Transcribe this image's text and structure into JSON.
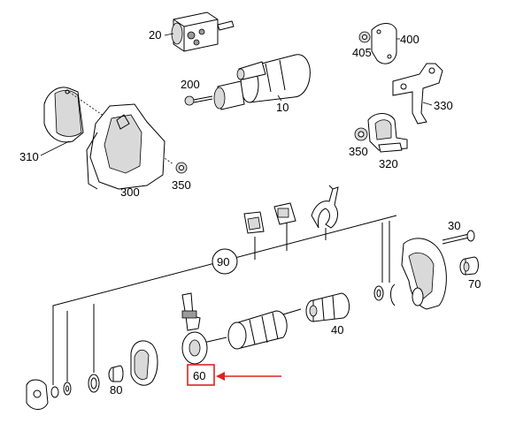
{
  "labels": {
    "p20": "20",
    "p405": "405",
    "p400": "400",
    "p200": "200",
    "p10": "10",
    "p330": "330",
    "p310": "310",
    "p350a": "350",
    "p320": "320",
    "p350b": "350",
    "p300": "300",
    "p30": "30",
    "p90": "90",
    "p70": "70",
    "p40": "40",
    "p80": "80",
    "p60": "60"
  },
  "colors": {
    "highlight": "#e02020",
    "line": "#000000",
    "fill_light": "#d9d9d9",
    "fill_dark": "#9a9a9a"
  }
}
